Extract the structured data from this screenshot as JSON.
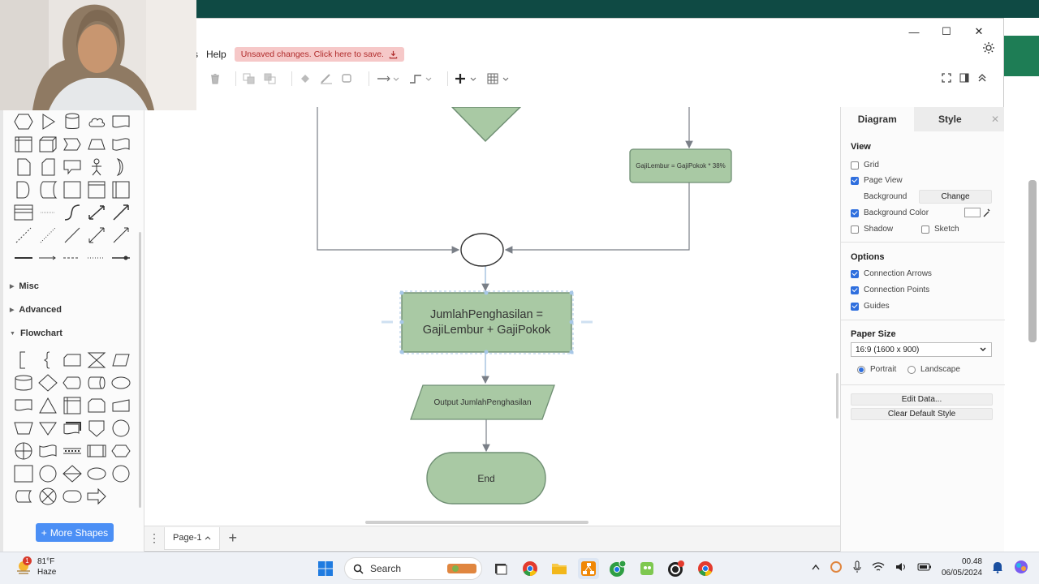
{
  "window": {
    "controls": {
      "minimize": "—",
      "maximize": "☐",
      "close": "✕"
    }
  },
  "menubar": {
    "partial_item": "s",
    "help": "Help",
    "unsaved_notice": "Unsaved changes. Click here to save."
  },
  "sidebar": {
    "sections": {
      "misc": "Misc",
      "advanced": "Advanced",
      "flowchart": "Flowchart"
    },
    "more_shapes": "More Shapes"
  },
  "diagram": {
    "lembur_formula": "GajiLembur = GajiPokok * 38%",
    "process_line1": "JumlahPenghasilan =",
    "process_line2": "GajiLembur + GajiPokok",
    "output_label": "Output JumlahPenghasilan",
    "end_label": "End",
    "colors": {
      "fill": "#a9c9a4",
      "stroke": "#6f8f73",
      "edge": "#7a7f87"
    }
  },
  "pagebar": {
    "page_tab": "Page-1"
  },
  "format_panel": {
    "tabs": {
      "diagram": "Diagram",
      "style": "Style"
    },
    "view": {
      "title": "View",
      "grid": "Grid",
      "page_view": "Page View",
      "background": "Background",
      "change": "Change",
      "background_color": "Background Color",
      "shadow": "Shadow",
      "sketch": "Sketch"
    },
    "options": {
      "title": "Options",
      "connection_arrows": "Connection Arrows",
      "connection_points": "Connection Points",
      "guides": "Guides"
    },
    "paper": {
      "title": "Paper Size",
      "size": "16:9 (1600 x 900)",
      "portrait": "Portrait",
      "landscape": "Landscape"
    },
    "buttons": {
      "edit_data": "Edit Data...",
      "clear_style": "Clear Default Style"
    }
  },
  "taskbar": {
    "badge": "1",
    "temperature": "81°F",
    "condition": "Haze",
    "search": "Search",
    "time": "00.48",
    "date": "06/05/2024"
  }
}
